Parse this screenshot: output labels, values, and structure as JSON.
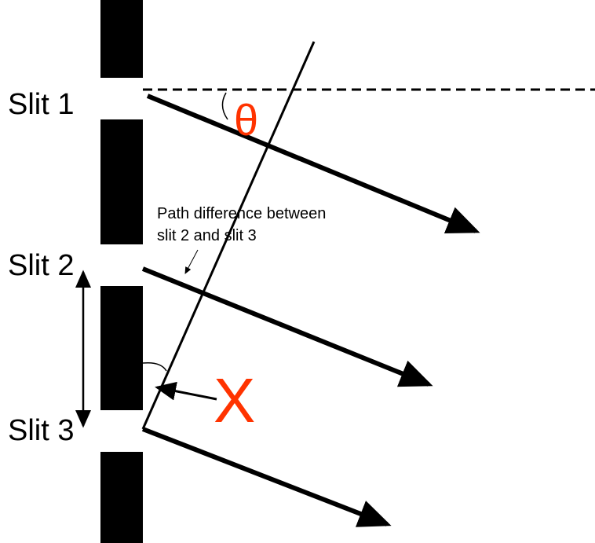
{
  "labels": {
    "slit1": "Slit 1",
    "slit2": "Slit 2",
    "slit3": "Slit 3",
    "theta": "θ",
    "x": "X",
    "annotation_line1": "Path difference between",
    "annotation_line2": "slit 2 and slit 3"
  },
  "colors": {
    "accent": "#ff3300",
    "ink": "#000000"
  }
}
